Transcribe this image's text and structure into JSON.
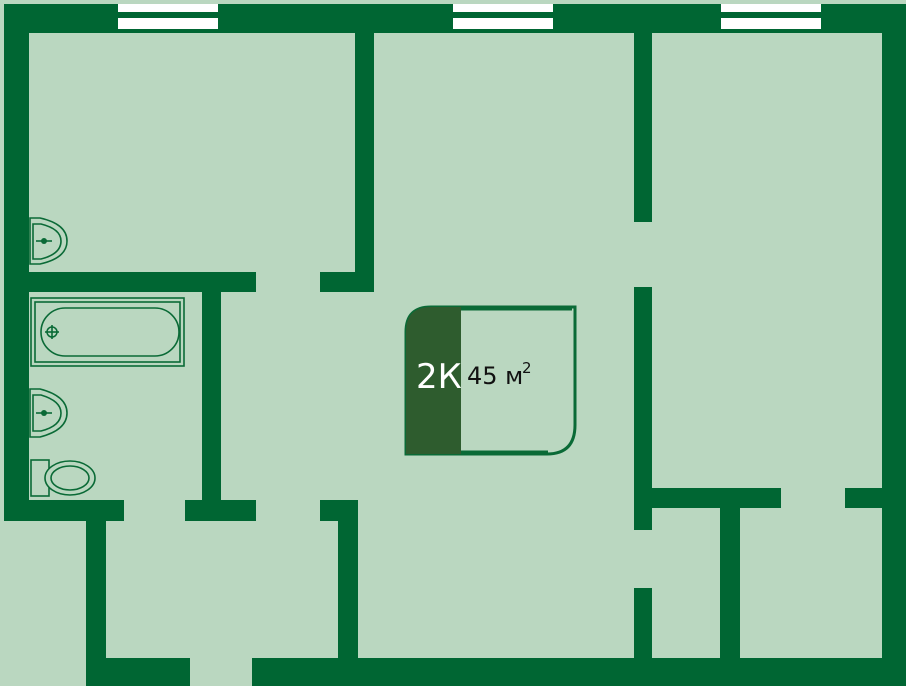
{
  "badge": {
    "type_label": "2К",
    "area_value": "45 м",
    "area_unit_sup": "2"
  },
  "colors": {
    "floor": "#bad7c0",
    "wall": "#006633",
    "badge_dark": "#2e5c2e",
    "window": "#ffffff",
    "fixture_stroke": "#0a6a36"
  },
  "fixtures": [
    {
      "type": "sink",
      "room": "upper-left-room"
    },
    {
      "type": "bathtub",
      "room": "bathroom"
    },
    {
      "type": "sink",
      "room": "bathroom"
    },
    {
      "type": "toilet",
      "room": "bathroom"
    }
  ],
  "windows": 3
}
